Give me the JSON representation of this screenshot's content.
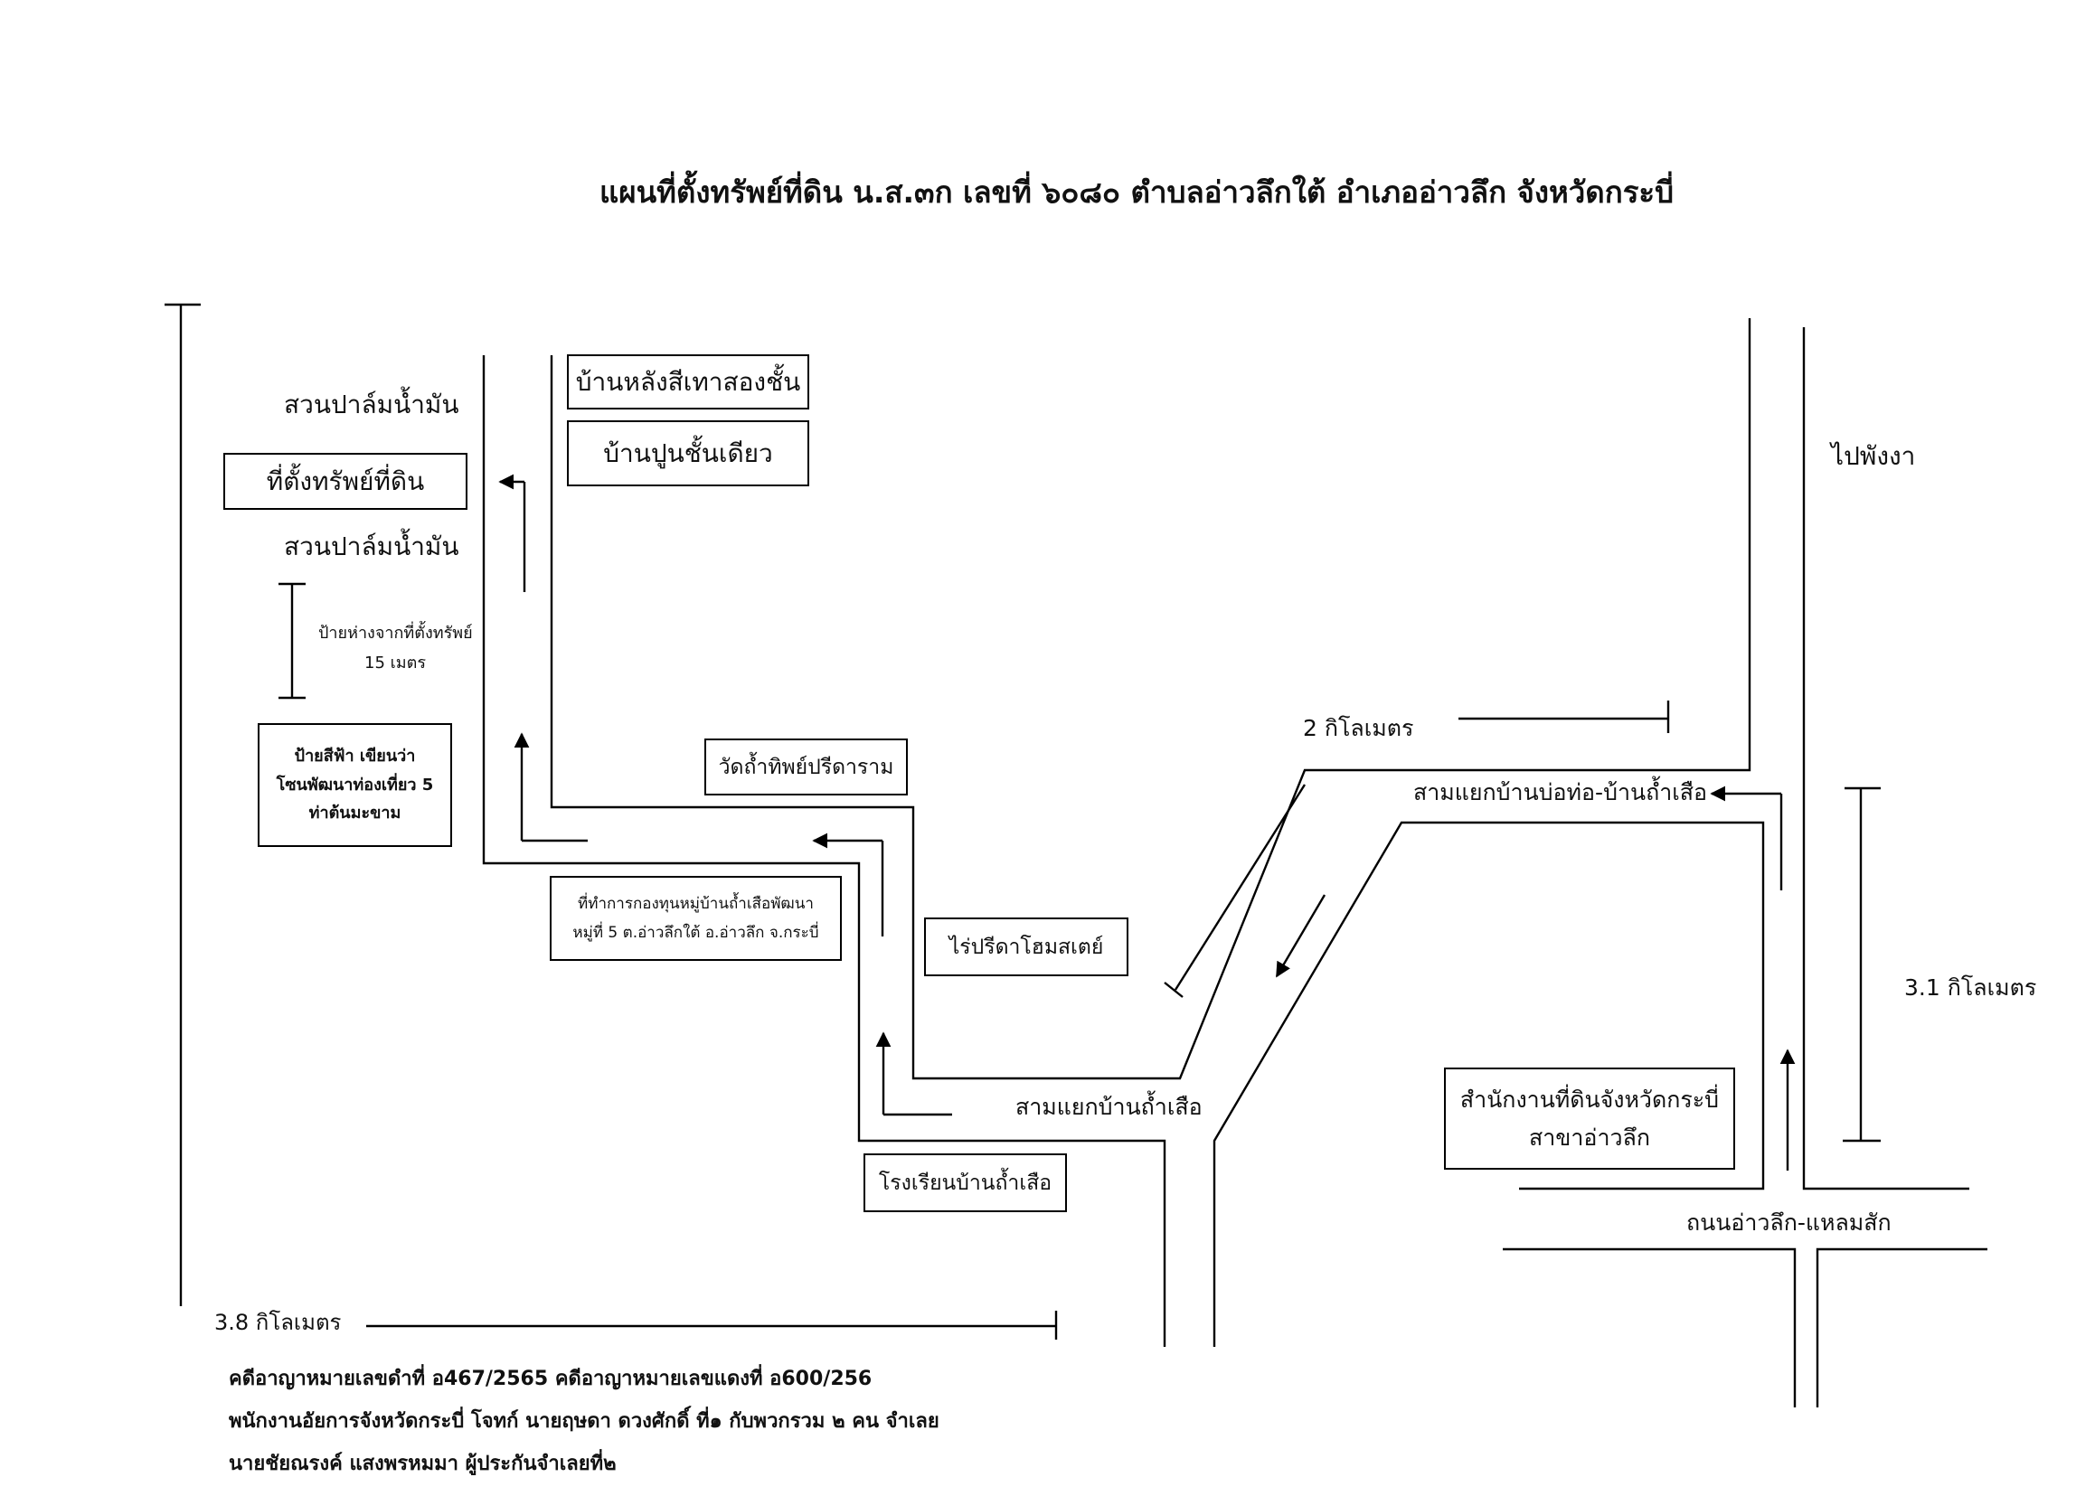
{
  "title": "แผนที่ตั้งทรัพย์ที่ดิน น.ส.๓ก เลขที่ ๖๐๘๐ ตำบลอ่าวลึกใต้ อำเภออ่าวลึก จังหวัดกระบี่",
  "labels": {
    "palm_top": "สวนปาล์มน้ำมัน",
    "palm_bottom": "สวนปาล์มน้ำมัน",
    "sign_distance_line1": "ป้ายห่างจากที่ตั้งทรัพย์",
    "sign_distance_line2": "15 เมตร",
    "to_phang_nga": "ไปพังงา",
    "dist_2km": "2 กิโลเมตร",
    "dist_3_1km": "3.1 กิโลเมตร",
    "dist_3_8km": "3.8 กิโลเมตร",
    "junction_bo_tho": "สามแยกบ้านบ่อท่อ-บ้านถ้ำเสือ",
    "junction_tham_suea": "สามแยกบ้านถ้ำเสือ",
    "road_ao_luek_laem_sak": "ถนนอ่าวลึก-แหลมสัก"
  },
  "boxes": {
    "property": "ที่ตั้งทรัพย์ที่ดิน",
    "house_grey": "บ้านหลังสีเทาสองชั้น",
    "house_concrete": "บ้านปูนชั้นเดียว",
    "blue_sign": [
      "ป้ายสีฟ้า เขียนว่า",
      "โซนพัฒนาท่องเที่ยว 5",
      "ท่าต้นมะขาม"
    ],
    "temple": "วัดถ้ำทิพย์ปรีดาราม",
    "fund_office": [
      "ที่ทำการกองทุนหมู่บ้านถ้ำเสือพัฒนา",
      "หมู่ที่ 5 ต.อ่าวลึกใต้ อ.อ่าวลึก จ.กระบี่"
    ],
    "homestay": "ไร่ปรีดาโฮมสเตย์",
    "school": "โรงเรียนบ้านถ้ำเสือ",
    "land_office": [
      "สำนักงานที่ดินจังหวัดกระบี่",
      "สาขาอ่าวลึก"
    ]
  },
  "footer": [
    "คดีอาญาหมายเลขดำที่ อ467/2565  คดีอาญาหมายเลขแดงที่ อ600/256",
    "พนักงานอัยการจังหวัดกระบี่ โจทก์  นายฤษดา ดวงศักดิ์ ที่๑ กับพวกรวม ๒ คน  จำเลย",
    "นายชัยณรงค์ แสงพรหมมา ผู้ประกันจำเลยที่๒"
  ]
}
